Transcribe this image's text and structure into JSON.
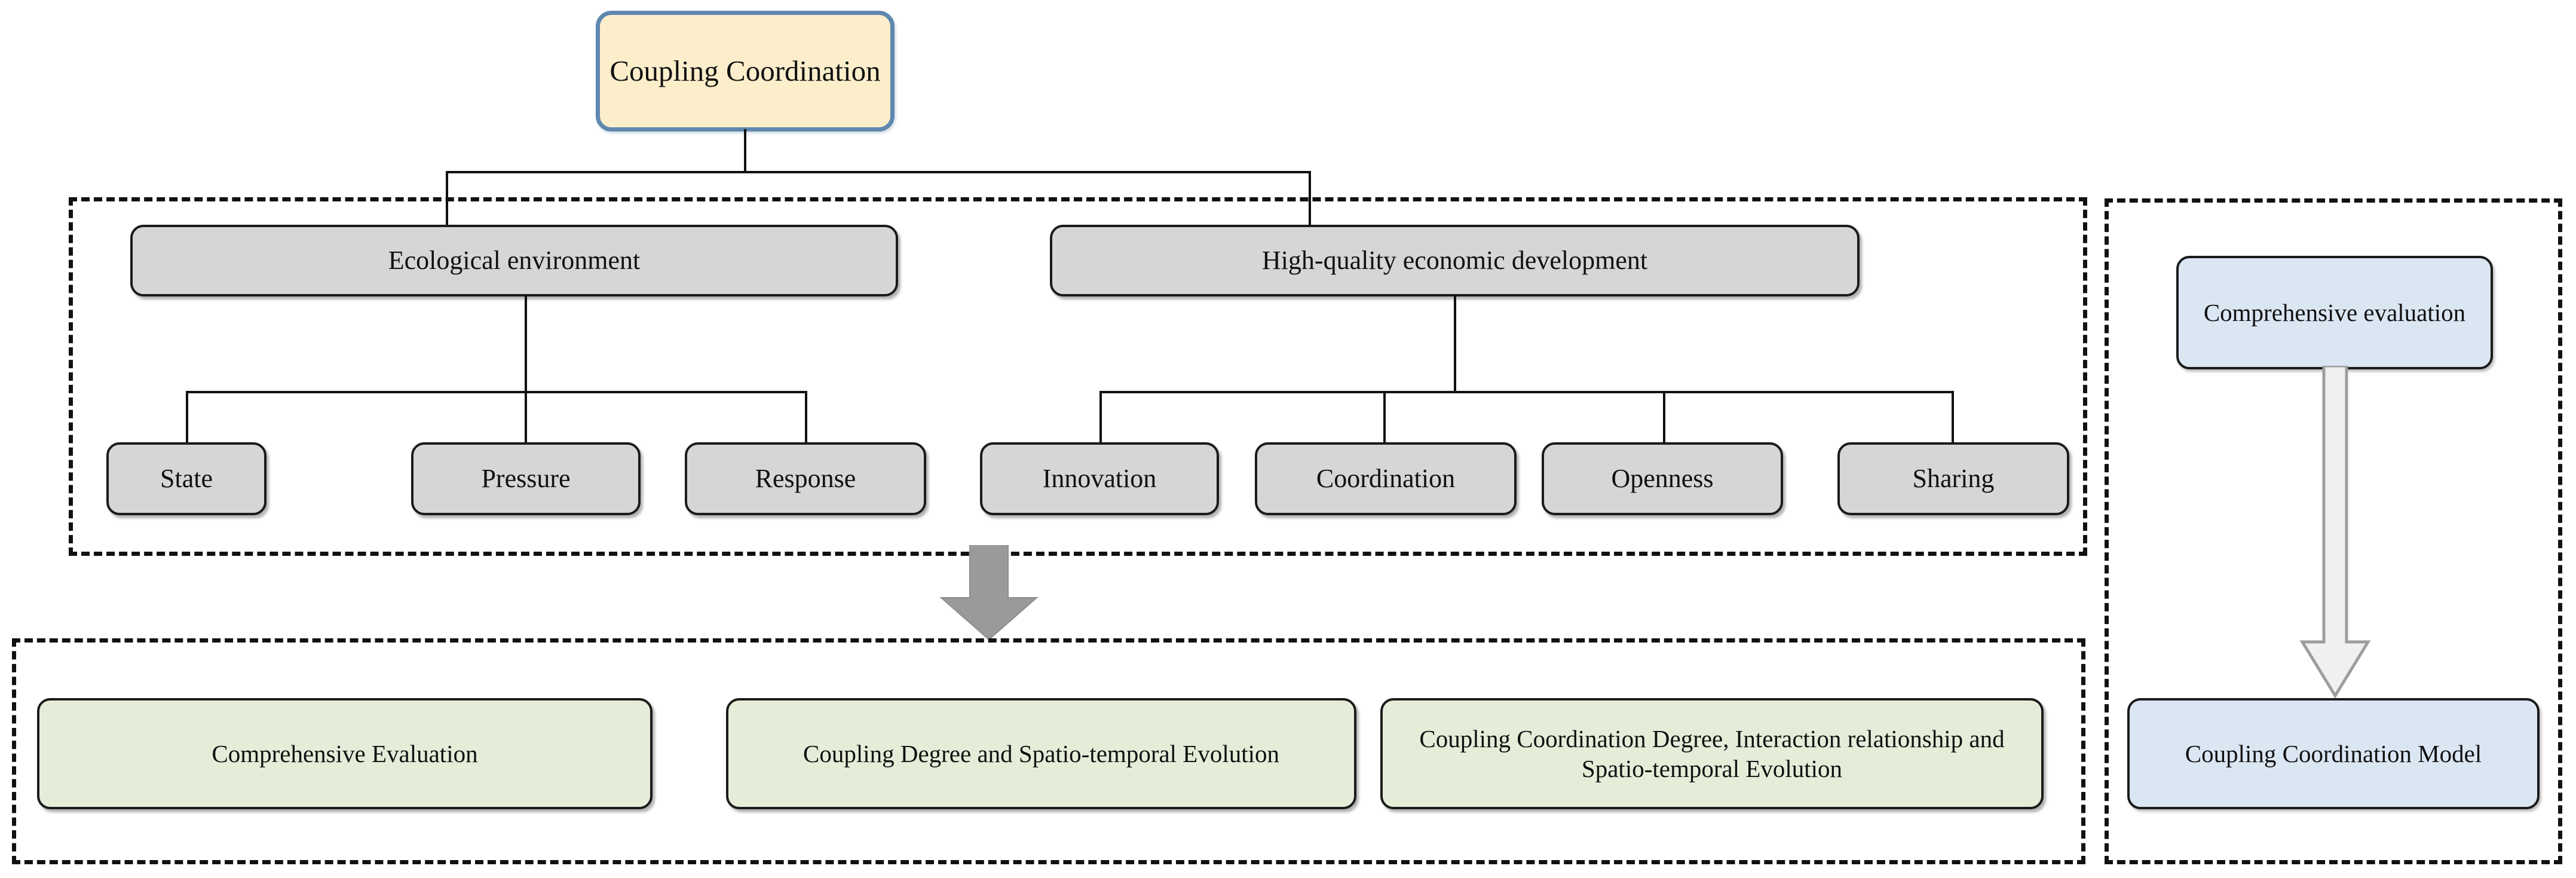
{
  "diagram": {
    "title_node": {
      "label": "Coupling Coordination"
    },
    "dimension_panel": {
      "systems": [
        {
          "id": "ecological",
          "label": "Ecological environment"
        },
        {
          "id": "economic",
          "label": "High-quality economic development"
        }
      ],
      "indicators_left": [
        {
          "label": "State"
        },
        {
          "label": "Pressure"
        },
        {
          "label": "Response"
        }
      ],
      "indicators_right": [
        {
          "label": "Innovation"
        },
        {
          "label": "Coordination"
        },
        {
          "label": "Openness"
        },
        {
          "label": "Sharing"
        }
      ]
    },
    "analysis_panel": {
      "steps": [
        {
          "label": "Comprehensive Evaluation"
        },
        {
          "label": "Coupling Degree and Spatio-temporal Evolution"
        },
        {
          "label": "Coupling Coordination Degree, Interaction relationship and Spatio-temporal Evolution"
        }
      ]
    },
    "method_panel": {
      "nodes": [
        {
          "label": "Comprehensive evaluation"
        },
        {
          "label": "Coupling Coordination Model"
        }
      ]
    },
    "colors": {
      "root_fill": "#fceecb",
      "root_stroke": "#5f87b0",
      "system_fill": "#d6d6d6",
      "analysis_fill": "#e5edd9",
      "method_fill": "#dbe6f3",
      "line": "#111111",
      "big_arrow": "#9a9a9a"
    }
  }
}
